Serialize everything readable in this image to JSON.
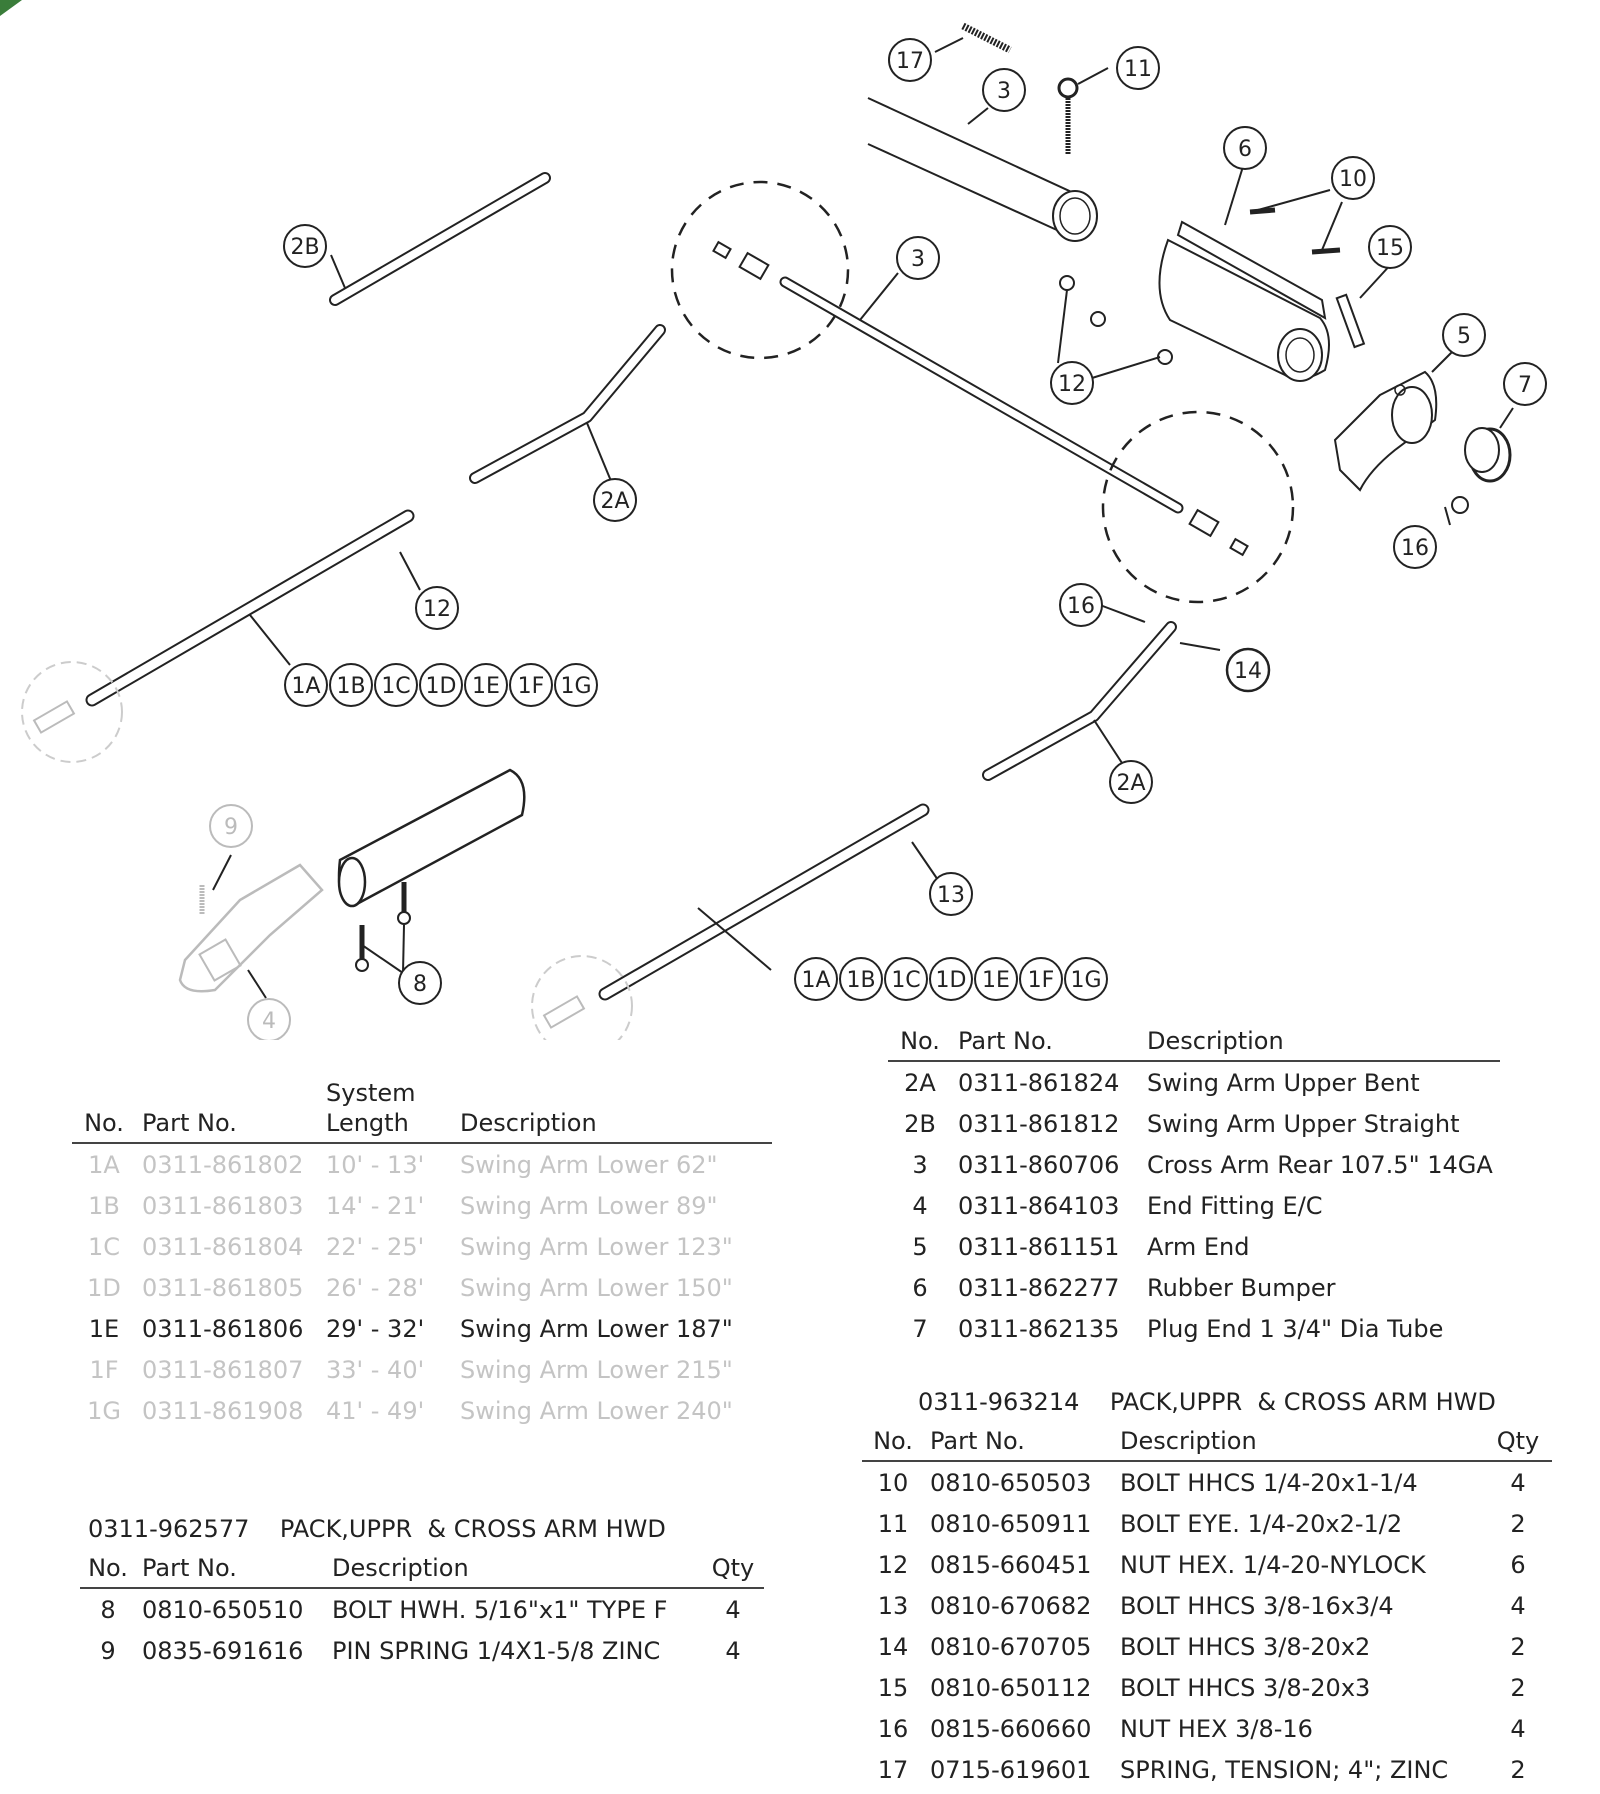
{
  "callouts": {
    "c17": "17",
    "c11": "11",
    "c3a": "3",
    "c6": "6",
    "c10": "10",
    "c15": "15",
    "c2b": "2B",
    "c3b": "3",
    "c5": "5",
    "c7": "7",
    "c12a": "12",
    "c2a1": "2A",
    "c16a": "16",
    "c12b": "12",
    "c16b": "16",
    "c14": "14",
    "c2a2": "2A",
    "c9": "9",
    "c13": "13",
    "c8": "8",
    "c4": "4"
  },
  "lower_arm_codes": [
    "1A",
    "1B",
    "1C",
    "1D",
    "1E",
    "1F",
    "1G"
  ],
  "table_lower": {
    "headers": {
      "no": "No.",
      "part": "Part No.",
      "syslen1": "System",
      "syslen2": "Length",
      "desc": "Description"
    },
    "rows": [
      {
        "no": "1A",
        "part": "0311-861802",
        "len": "10' - 13'",
        "desc": "Swing Arm Lower 62\"",
        "active": false
      },
      {
        "no": "1B",
        "part": "0311-861803",
        "len": "14' - 21'",
        "desc": "Swing Arm Lower 89\"",
        "active": false
      },
      {
        "no": "1C",
        "part": "0311-861804",
        "len": "22' - 25'",
        "desc": "Swing Arm Lower 123\"",
        "active": false
      },
      {
        "no": "1D",
        "part": "0311-861805",
        "len": "26' - 28'",
        "desc": "Swing Arm Lower 150\"",
        "active": false
      },
      {
        "no": "1E",
        "part": "0311-861806",
        "len": "29' - 32'",
        "desc": "Swing Arm Lower 187\"",
        "active": true
      },
      {
        "no": "1F",
        "part": "0311-861807",
        "len": "33' - 40'",
        "desc": "Swing Arm Lower 215\"",
        "active": false
      },
      {
        "no": "1G",
        "part": "0311-861908",
        "len": "41' - 49'",
        "desc": "Swing Arm Lower 240\"",
        "active": false
      }
    ]
  },
  "table_upper": {
    "headers": {
      "no": "No.",
      "part": "Part No.",
      "desc": "Description"
    },
    "rows": [
      {
        "no": "2A",
        "part": "0311-861824",
        "desc": "Swing Arm Upper Bent"
      },
      {
        "no": "2B",
        "part": "0311-861812",
        "desc": "Swing Arm Upper Straight"
      },
      {
        "no": "3",
        "part": "0311-860706",
        "desc": "Cross Arm Rear 107.5\" 14GA"
      },
      {
        "no": "4",
        "part": "0311-864103",
        "desc": "End Fitting E/C"
      },
      {
        "no": "5",
        "part": "0311-861151",
        "desc": "Arm End"
      },
      {
        "no": "6",
        "part": "0311-862277",
        "desc": "Rubber Bumper"
      },
      {
        "no": "7",
        "part": "0311-862135",
        "desc": "Plug End 1 3/4\" Dia Tube"
      }
    ]
  },
  "pack_left": {
    "title": "0311-962577    PACK,UPPR  & CROSS ARM HWD",
    "headers": {
      "no": "No.",
      "part": "Part No.",
      "desc": "Description",
      "qty": "Qty"
    },
    "rows": [
      {
        "no": "8",
        "part": "0810-650510",
        "desc": "BOLT HWH. 5/16\"x1\" TYPE F",
        "qty": "4"
      },
      {
        "no": "9",
        "part": "0835-691616",
        "desc": "PIN SPRING 1/4X1-5/8 ZINC",
        "qty": "4"
      }
    ]
  },
  "pack_right": {
    "title": "0311-963214    PACK,UPPR  & CROSS ARM HWD",
    "headers": {
      "no": "No.",
      "part": "Part No.",
      "desc": "Description",
      "qty": "Qty"
    },
    "rows": [
      {
        "no": "10",
        "part": "0810-650503",
        "desc": "BOLT HHCS 1/4-20x1-1/4",
        "qty": "4"
      },
      {
        "no": "11",
        "part": "0810-650911",
        "desc": "BOLT EYE. 1/4-20x2-1/2",
        "qty": "2"
      },
      {
        "no": "12",
        "part": "0815-660451",
        "desc": "NUT HEX. 1/4-20-NYLOCK",
        "qty": "6"
      },
      {
        "no": "13",
        "part": "0810-670682",
        "desc": "BOLT HHCS 3/8-16x3/4",
        "qty": "4"
      },
      {
        "no": "14",
        "part": "0810-670705",
        "desc": "BOLT HHCS 3/8-20x2",
        "qty": "2"
      },
      {
        "no": "15",
        "part": "0810-650112",
        "desc": "BOLT HHCS 3/8-20x3",
        "qty": "2"
      },
      {
        "no": "16",
        "part": "0815-660660",
        "desc": "NUT HEX 3/8-16",
        "qty": "4"
      },
      {
        "no": "17",
        "part": "0715-619601",
        "desc": "SPRING, TENSION; 4\";  ZINC",
        "qty": "2"
      }
    ]
  },
  "colors": {
    "ink": "#222222",
    "faded": "#c4c4c4",
    "accent": "#3a7d3a"
  }
}
